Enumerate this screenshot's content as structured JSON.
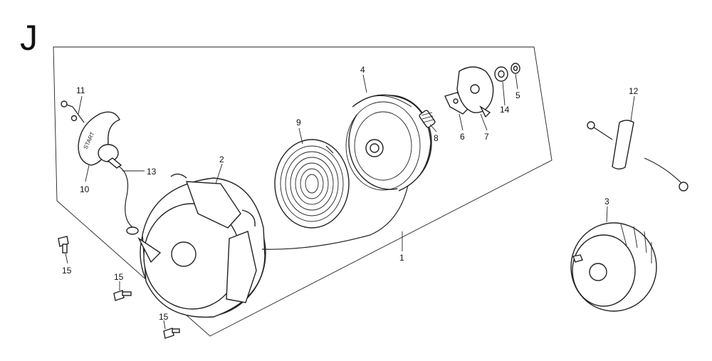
{
  "diagram": {
    "section_letter": "J",
    "callouts": {
      "c1": "1",
      "c2": "2",
      "c3": "3",
      "c4": "4",
      "c5": "5",
      "c6": "6",
      "c7": "7",
      "c8": "8",
      "c9": "9",
      "c10": "10",
      "c11": "11",
      "c12": "12",
      "c13": "13",
      "c14": "14",
      "c15a": "15",
      "c15b": "15",
      "c15c": "15"
    },
    "handle_text": "START"
  }
}
